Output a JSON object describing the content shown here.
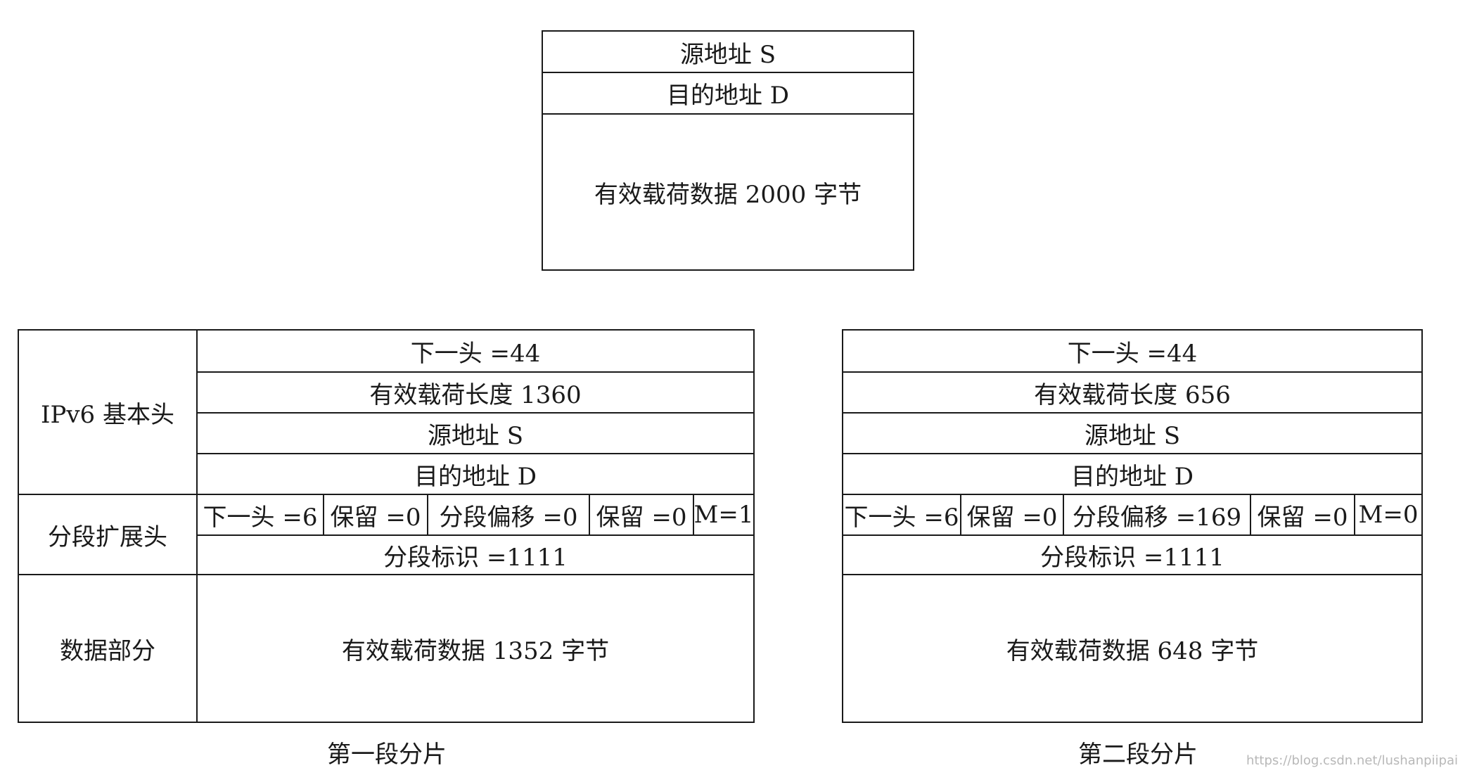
{
  "original": {
    "rows": [
      "源地址 S",
      "目的地址 D",
      "有效载荷数据 2000 字节"
    ]
  },
  "fragments": [
    {
      "caption": "第一段分片",
      "labels": {
        "base_header": "IPv6 基本头",
        "frag_header": "分段扩展头",
        "data": "数据部分"
      },
      "base": [
        "下一头 =44",
        "有效载荷长度 1360",
        "源地址 S",
        "目的地址 D"
      ],
      "frag_fields": [
        "下一头 =6",
        "保留 =0",
        "分段偏移 =0",
        "保留 =0",
        "M=1"
      ],
      "frag_id": "分段标识 =1111",
      "payload": "有效载荷数据 1352 字节"
    },
    {
      "caption": "第二段分片",
      "base": [
        "下一头 =44",
        "有效载荷长度 656",
        "源地址 S",
        "目的地址 D"
      ],
      "frag_fields": [
        "下一头 =6",
        "保留 =0",
        "分段偏移 =169",
        "保留 =0",
        "M=0"
      ],
      "frag_id": "分段标识 =1111",
      "payload": "有效载荷数据 648 字节"
    }
  ],
  "watermark": "https://blog.csdn.net/lushanpiipai"
}
